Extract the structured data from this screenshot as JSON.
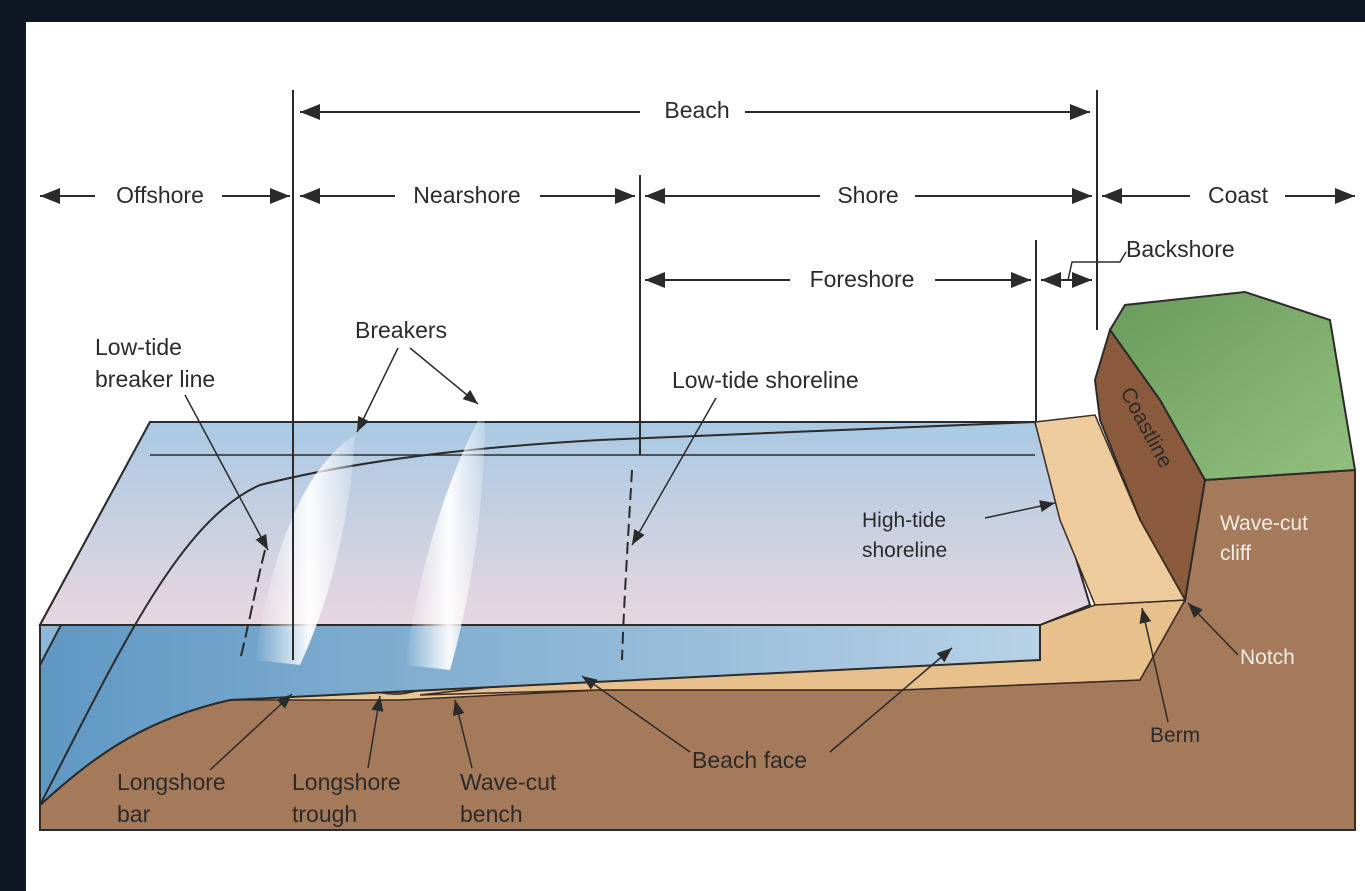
{
  "zones": {
    "beach": "Beach",
    "offshore": "Offshore",
    "nearshore": "Nearshore",
    "shore": "Shore",
    "coast": "Coast",
    "foreshore": "Foreshore",
    "backshore": "Backshore"
  },
  "labels": {
    "low_tide_breaker_line": [
      "Low-tide",
      "breaker line"
    ],
    "breakers": "Breakers",
    "low_tide_shoreline": "Low-tide shoreline",
    "high_tide_shoreline": [
      "High-tide",
      "shoreline"
    ],
    "coastline": "Coastline",
    "wave_cut_cliff": [
      "Wave-cut",
      "cliff"
    ],
    "notch": "Notch",
    "berm": "Berm",
    "beach_face": "Beach face",
    "longshore_bar": [
      "Longshore",
      "bar"
    ],
    "longshore_trough": [
      "Longshore",
      "trough"
    ],
    "wave_cut_bench": [
      "Wave-cut",
      "bench"
    ]
  },
  "colors": {
    "background": "#0f1624",
    "paper": "#ffffff",
    "water_top": "#b9d4e8",
    "water_front": "#7fb0d3",
    "sand": "#e9c596",
    "bedrock": "#a57a5a",
    "grass": "#7fae6c",
    "cliff_face": "#8b5a3c"
  }
}
